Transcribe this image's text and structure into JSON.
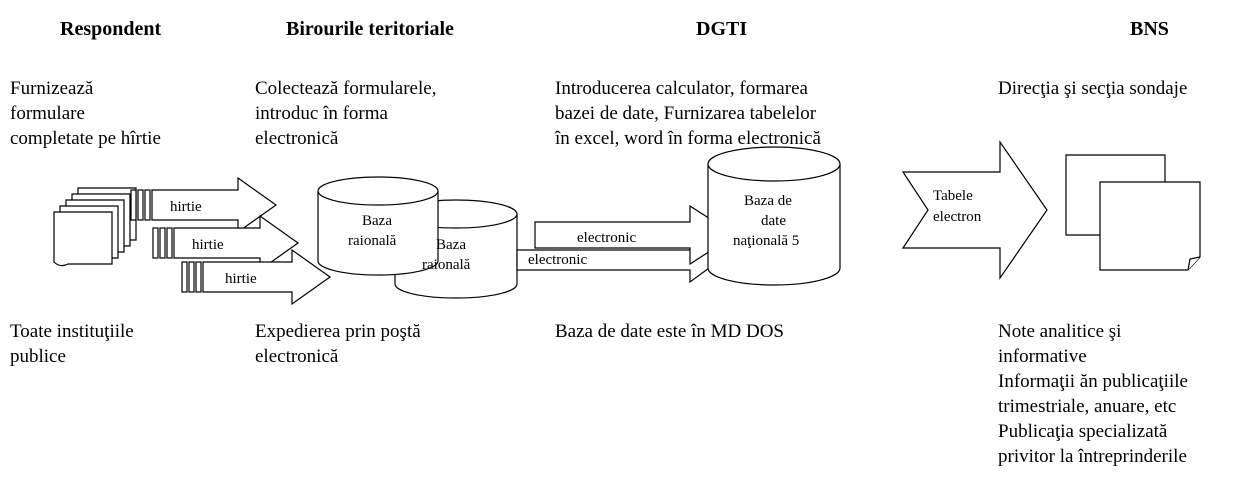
{
  "columns": {
    "respondent": "Respondent",
    "birouri": "Birourile teritoriale",
    "dgti": "DGTI",
    "bns": "BNS"
  },
  "top_text": {
    "respondent": "Furnizează\nformulare\ncompletate pe hîrtie",
    "birouri": "Colectează formularele,\nintroduc în forma\nelectronică",
    "dgti": "Introducerea calculator, formarea\nbazei de date, Furnizarea tabelelor\nîn excel, word în forma electronică",
    "bns": "Direcţia şi secţia sondaje"
  },
  "bottom_text": {
    "respondent": "Toate instituţiile\npublice",
    "birouri": "Expedierea prin poştă\nelectronică",
    "dgti": "Baza de date este în MD DOS",
    "bns": "Note analitice şi\ninformative\nInformaţii ăn publicaţiile\ntrimestriale, anuare, etc\nPublicaţia specializată\nprivitor la întreprinderile"
  },
  "arrows": {
    "hirtie_1": "hirtie",
    "hirtie_2": "hirtie",
    "hirtie_3": "hirtie",
    "electronic_1": "electronic",
    "electronic_2": "electronic",
    "tabele_line1": "Tabele",
    "tabele_line2": "electron"
  },
  "databases": {
    "raionala_1_line1": "Baza",
    "raionala_1_line2": "raională",
    "raionala_2_line1": "Baza",
    "raionala_2_line2": "raională",
    "nationala_line1": "Baza de",
    "nationala_line2": "date",
    "nationala_line3": "naţională 5"
  },
  "colors": {
    "stroke": "#000000",
    "fill": "#ffffff"
  }
}
